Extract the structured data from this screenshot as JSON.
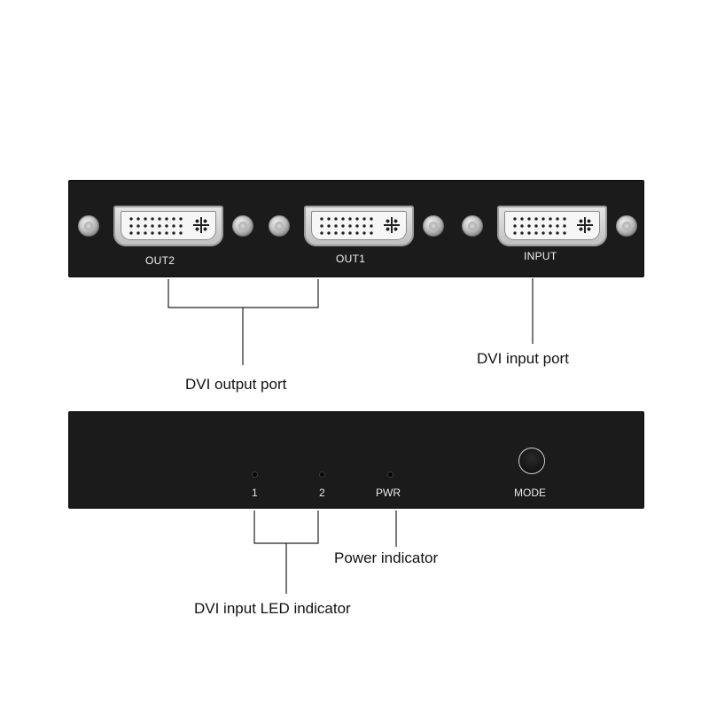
{
  "rear_panel": {
    "ports": [
      {
        "label": "OUT2"
      },
      {
        "label": "OUT1"
      },
      {
        "label": "INPUT"
      }
    ]
  },
  "front_panel": {
    "leds": [
      {
        "label": "1"
      },
      {
        "label": "2"
      },
      {
        "label": "PWR"
      }
    ],
    "mode_label": "MODE"
  },
  "callouts": {
    "dvi_output_port": "DVI output port",
    "dvi_input_port": "DVI input port",
    "power_indicator": "Power indicator",
    "dvi_input_led_indicator": "DVI input LED indicator"
  },
  "colors": {
    "panel": "#1b1b1b",
    "connector": "#d9d9d9",
    "callout_line": "#222222"
  }
}
